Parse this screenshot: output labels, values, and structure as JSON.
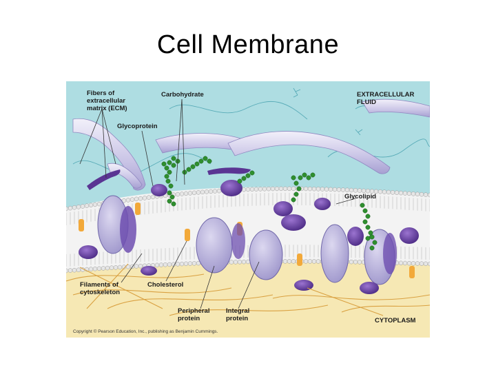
{
  "slide": {
    "title": "Cell Membrane"
  },
  "figure": {
    "labels": {
      "ecm_fibers": "Fibers of\nextracellular\nmatrix (ECM)",
      "carbohydrate": "Carbohydrate",
      "extracellular_fluid": "EXTRACELLULAR\nFLUID",
      "glycoprotein": "Glycoprotein",
      "glycolipid": "Glycolipid",
      "cytoskeleton_filaments": "Filaments of\ncytoskeleton",
      "cholesterol": "Cholesterol",
      "peripheral_protein": "Peripheral\nprotein",
      "integral_protein": "Integral\nprotein",
      "cytoplasm": "CYTOPLASM"
    },
    "copyright": "Copyright © Pearson Education, Inc., publishing as Benjamin Cummings.",
    "colors": {
      "extracellular": "#a9dbe0",
      "cytoplasm": "#f6e8b4",
      "lipid_head": "#e4e4e4",
      "protein": "#b9b2dc",
      "protein_dark": "#5a3593",
      "carbohydrate": "#2f8f2f",
      "cholesterol": "#f2a93a",
      "filament": "#d9a040"
    }
  }
}
